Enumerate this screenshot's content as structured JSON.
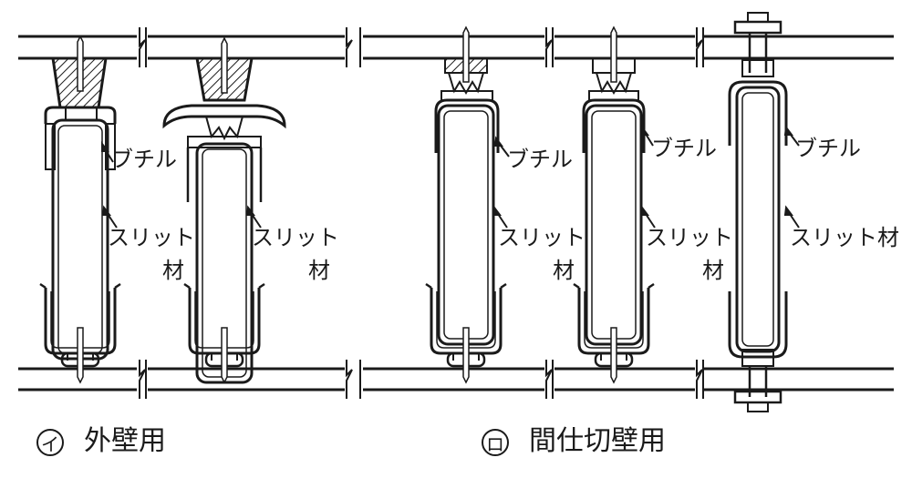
{
  "labels": {
    "butyl": "ブチル",
    "slit_full": "スリット材",
    "slit_top": "スリット",
    "slit_bottom": "材"
  },
  "captions": {
    "a_mark": "イ",
    "a_text": "外壁用",
    "b_mark": "ロ",
    "b_text": "間仕切壁用"
  }
}
